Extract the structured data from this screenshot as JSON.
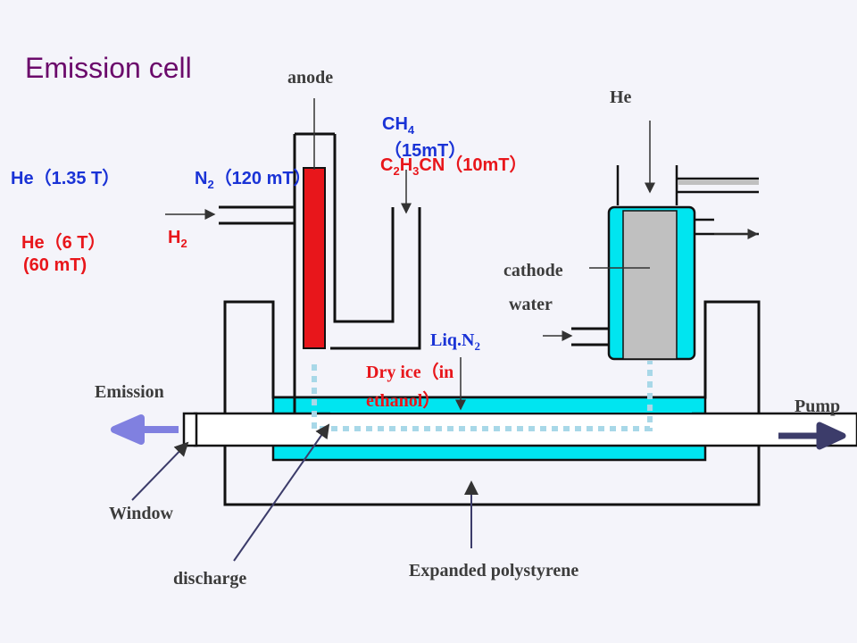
{
  "title": "Emission cell",
  "colors": {
    "cyan": "#00e5f0",
    "anode_red": "#e8161b",
    "cathode_gray": "#c0c0c0",
    "arrow_blue": "#8080e0",
    "pump_arrow": "#3c3c6a",
    "dotted": "#a8d8e8"
  },
  "labels": {
    "anode": "anode",
    "he_top": "He",
    "ch4_formula": "CH",
    "ch4_sub": "4",
    "ch4_pressure": "（15mT）",
    "c2h3cn_c": "C",
    "c2h3cn_sub2": "2",
    "c2h3cn_h": "H",
    "c2h3cn_sub3": "3",
    "c2h3cn_rest": "CN（10mT）",
    "he_135": "He（1.35 T）",
    "n2_formula": "N",
    "n2_sub": "2",
    "n2_pressure": "（120 mT）",
    "he_6": "He（6 T）",
    "h2_formula": "H",
    "h2_sub": "2",
    "h2_pressure": "(60 mT)",
    "cathode": "cathode",
    "water": "water",
    "liq_n2_formula": "Liq.N",
    "liq_n2_sub": "2",
    "dry_ice_line1": "Dry ice（in",
    "dry_ice_line2": "ethanol）",
    "emission": "Emission",
    "pump": "Pump",
    "window": "Window",
    "discharge": "discharge",
    "expanded_polystyrene": "Expanded polystyrene"
  }
}
